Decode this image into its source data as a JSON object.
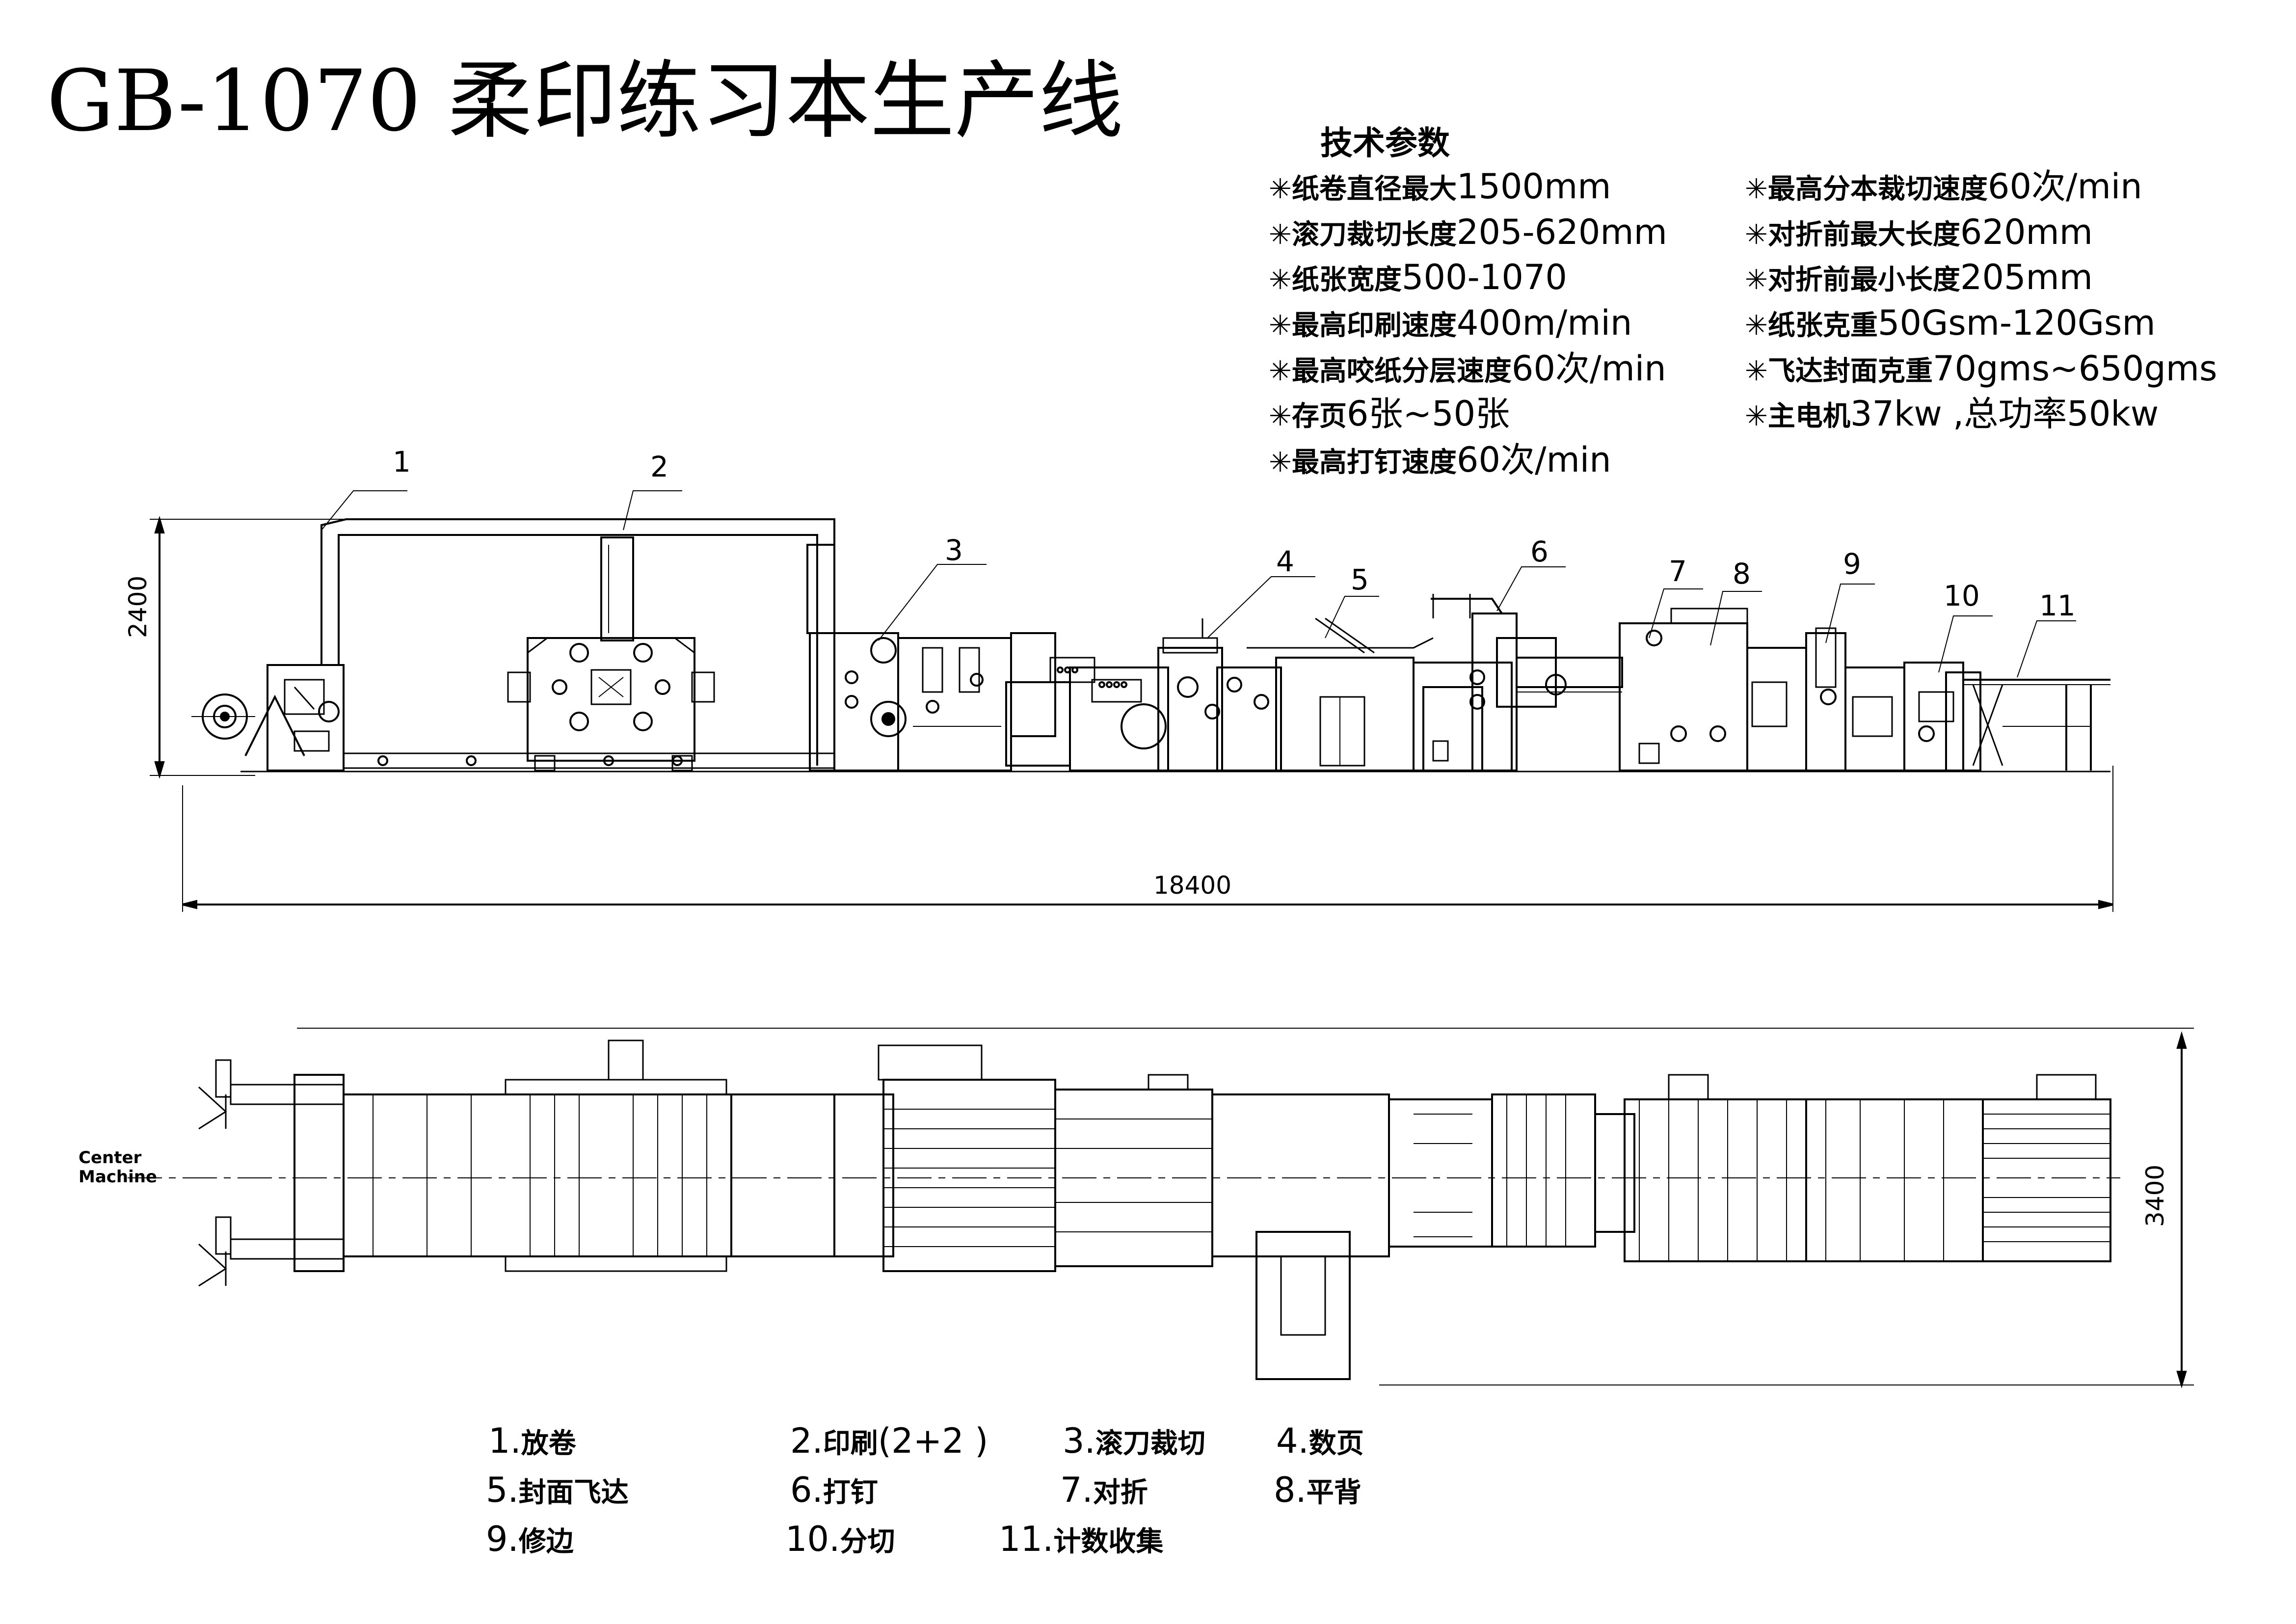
{
  "title": "GB-1070  柔印练习本生产线",
  "specs": {
    "heading": "技术参数",
    "left": [
      {
        "label": "✳纸卷直径最大",
        "value": "1500mm"
      },
      {
        "label": "✳滚刀裁切长度",
        "value": "205-620mm"
      },
      {
        "label": "✳纸张宽度",
        "value": "500-1070"
      },
      {
        "label": "✳最高印刷速度",
        "value": "400m/min"
      },
      {
        "label": "✳最高咬纸分层速度",
        "value": "60次/min"
      },
      {
        "label": "✳存页",
        "value": "6张~50张"
      },
      {
        "label": "✳最高打钉速度",
        "value": "60次/min"
      }
    ],
    "right": [
      {
        "label": "✳最高分本裁切速度",
        "value": "60次/min"
      },
      {
        "label": "✳对折前最大长度",
        "value": "620mm"
      },
      {
        "label": "✳对折前最小长度",
        "value": "205mm"
      },
      {
        "label": "✳纸张克重",
        "value": "50Gsm-120Gsm"
      },
      {
        "label": "✳飞达封面克重",
        "value": "70gms~650gms"
      },
      {
        "label": "✳主电机",
        "value": "37kw ,总功率50kw"
      }
    ]
  },
  "dimensions": {
    "height": "2400",
    "length": "18400",
    "width": "3400"
  },
  "center_label": [
    "Center",
    "Machine"
  ],
  "station_numbers": [
    "1",
    "2",
    "3",
    "4",
    "5",
    "6",
    "7",
    "8",
    "9",
    "10",
    "11"
  ],
  "legend": [
    {
      "num": "1.",
      "label": "放卷"
    },
    {
      "num": "2.",
      "label": "印刷",
      "extra": "(2+2 )"
    },
    {
      "num": "3.",
      "label": "滚刀裁切"
    },
    {
      "num": "4.",
      "label": "数页"
    },
    {
      "num": "5.",
      "label": "封面飞达"
    },
    {
      "num": "6.",
      "label": "打钉"
    },
    {
      "num": "7.",
      "label": "对折"
    },
    {
      "num": "8.",
      "label": "平背"
    },
    {
      "num": "9.",
      "label": "修边"
    },
    {
      "num": "10.",
      "label": "分切"
    },
    {
      "num": "11.",
      "label": "计数收集"
    }
  ]
}
